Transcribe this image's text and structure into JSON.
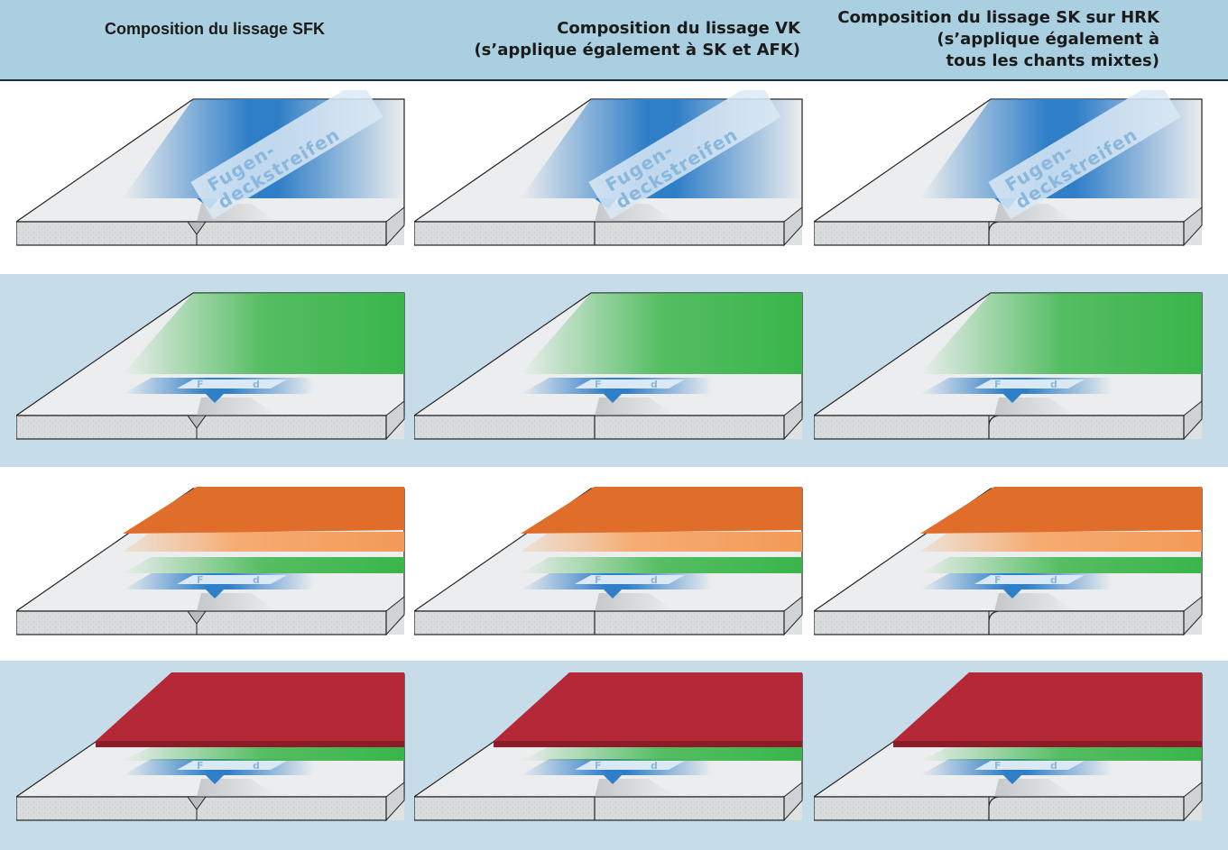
{
  "columns": [
    {
      "title_lines": [
        "Composition du lissage SFK"
      ],
      "edge": "sfk-v-groove"
    },
    {
      "title_lines": [
        "Composition du lissage VK",
        "(s’applique également à SK et AFK)"
      ],
      "edge": "vk-butt"
    },
    {
      "title_lines": [
        "Composition du lissage SK sur HRK",
        "(s’applique également à",
        "tous les chants mixtes)"
      ],
      "edge": "hrk-rounded"
    }
  ],
  "rows": [
    {
      "step": "joint-tape",
      "strip_text": [
        "Fugen-",
        "deckstreifen"
      ]
    },
    {
      "step": "filler-layer",
      "strip_text": [
        "F",
        "d"
      ]
    },
    {
      "step": "filler-plus-smoothing-layer",
      "strip_text": [
        "F",
        "d"
      ]
    },
    {
      "step": "filler-plus-finish-coat",
      "strip_text": [
        "F",
        "d"
      ]
    }
  ],
  "colors": {
    "header_background": "#a9cfe1",
    "band_background": "#c6dde9",
    "board_top": "#ebedee",
    "board_edge": "#d9dcdd",
    "tape_blue": "#2f7ec8",
    "filler_green": "#3ab54a",
    "smoothing_orange": "#e06d2a",
    "finish_red": "#b52837"
  }
}
